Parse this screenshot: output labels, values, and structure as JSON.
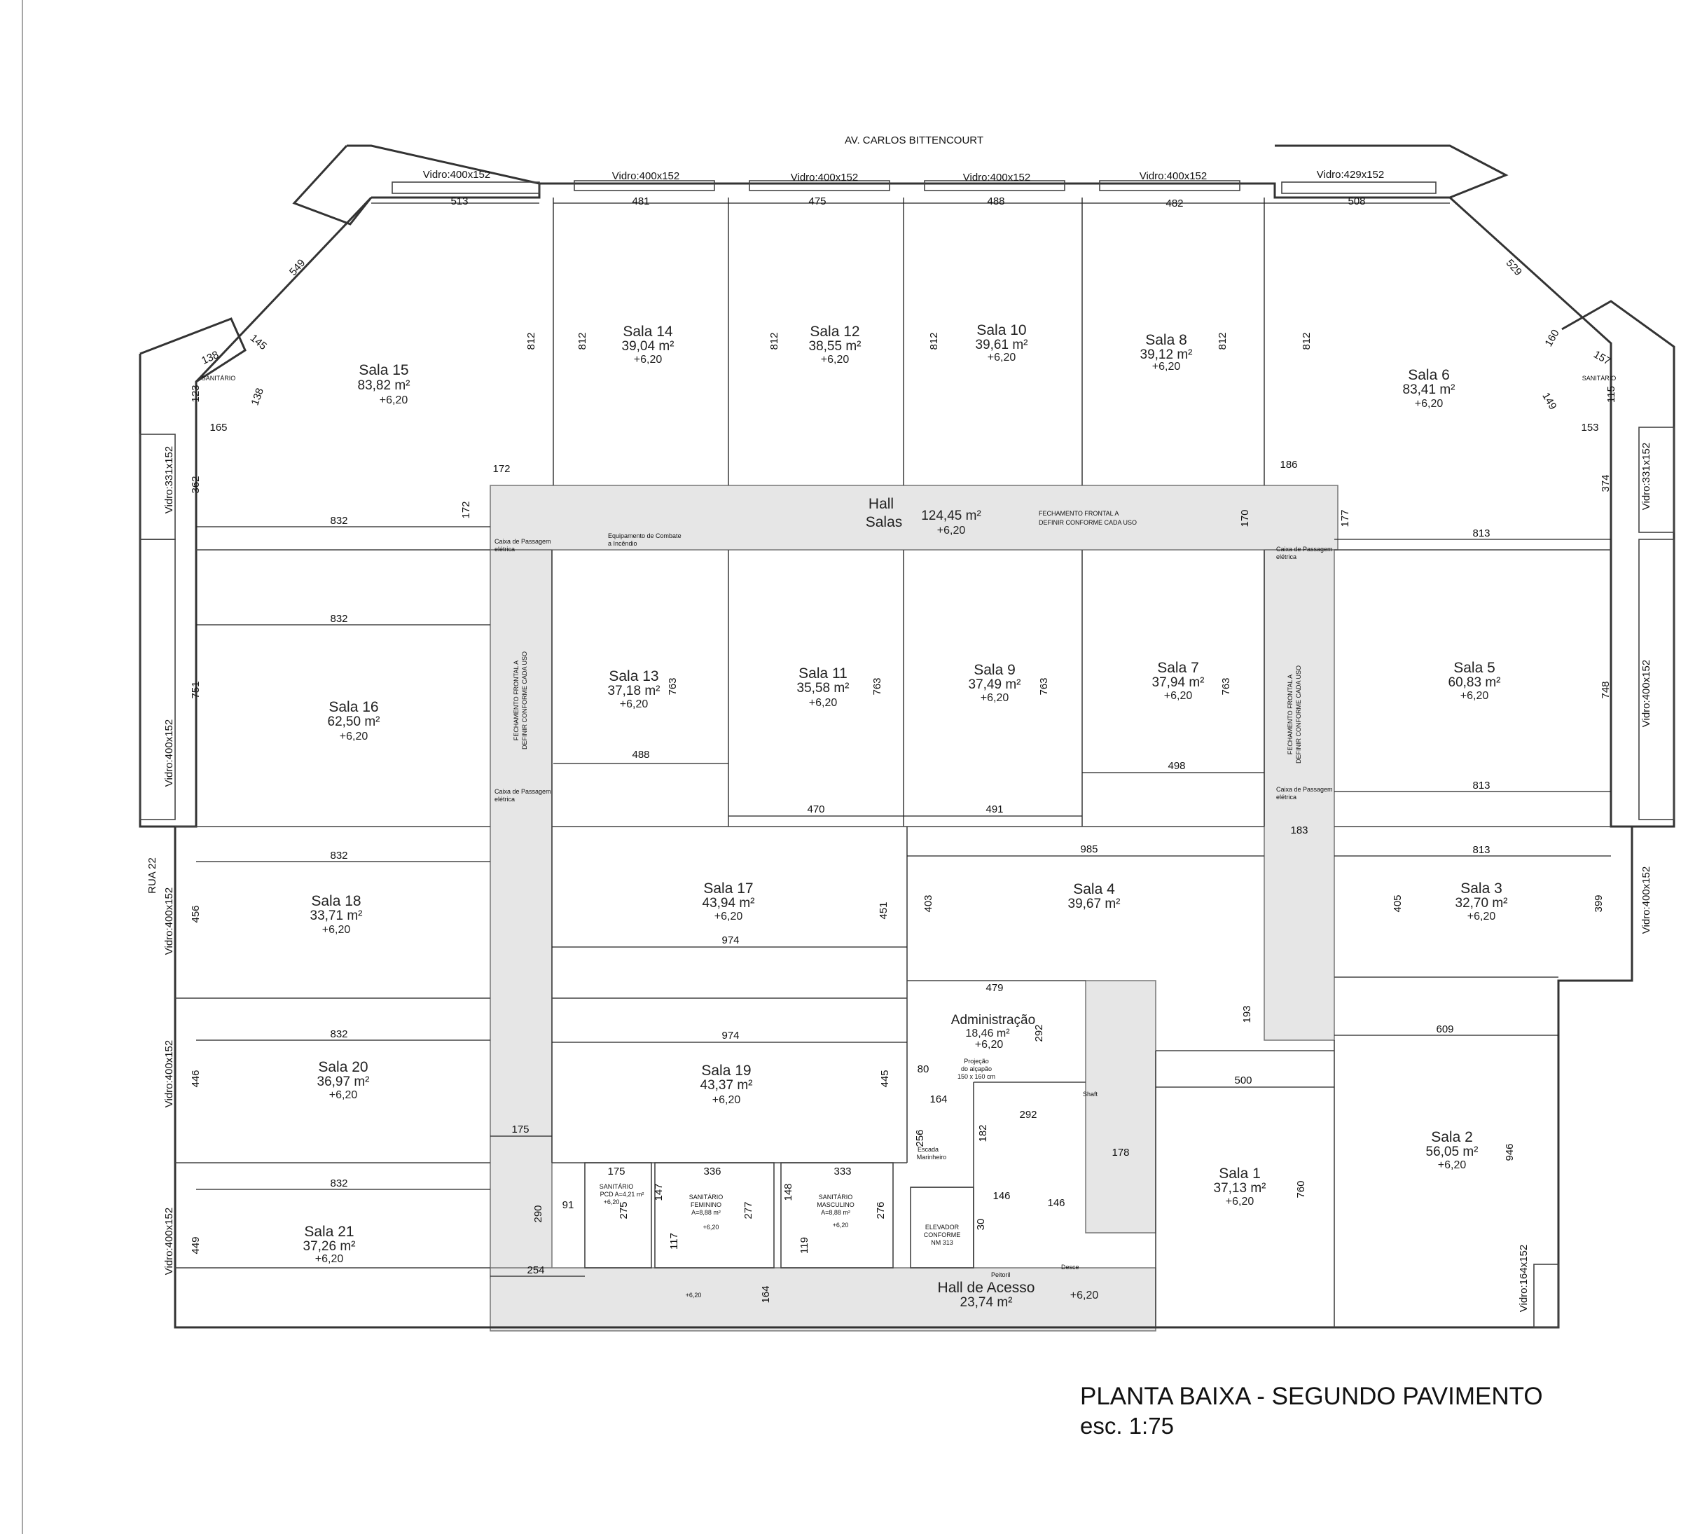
{
  "street_top": "AV. CARLOS BITTENCOURT",
  "street_left": "RUA 22",
  "title": "PLANTA BAIXA - SEGUNDO PAVIMENTO",
  "scale": "esc. 1:75",
  "rooms": [
    {
      "name": "Sala 15",
      "area": "83,82 m²",
      "level": "+6,20"
    },
    {
      "name": "Sala 14",
      "area": "39,04 m²",
      "level": "+6,20"
    },
    {
      "name": "Sala 12",
      "area": "38,55 m²",
      "level": "+6,20"
    },
    {
      "name": "Sala 10",
      "area": "39,61 m²",
      "level": "+6,20"
    },
    {
      "name": "Sala 8",
      "area": "39,12 m²",
      "level": "+6,20"
    },
    {
      "name": "Sala 6",
      "area": "83,41 m²",
      "level": "+6,20"
    },
    {
      "name": "Sala 16",
      "area": "62,50 m²",
      "level": "+6,20"
    },
    {
      "name": "Sala 13",
      "area": "37,18 m²",
      "level": "+6,20"
    },
    {
      "name": "Sala 11",
      "area": "35,58 m²",
      "level": "+6,20"
    },
    {
      "name": "Sala 9",
      "area": "37,49 m²",
      "level": "+6,20"
    },
    {
      "name": "Sala 7",
      "area": "37,94 m²",
      "level": "+6,20"
    },
    {
      "name": "Sala 5",
      "area": "60,83 m²",
      "level": "+6,20"
    },
    {
      "name": "Sala 18",
      "area": "33,71 m²",
      "level": "+6,20"
    },
    {
      "name": "Sala 17",
      "area": "43,94 m²",
      "level": "+6,20"
    },
    {
      "name": "Sala 4",
      "area": "39,67 m²",
      "level": ""
    },
    {
      "name": "Sala 3",
      "area": "32,70 m²",
      "level": "+6,20"
    },
    {
      "name": "Sala 20",
      "area": "36,97 m²",
      "level": "+6,20"
    },
    {
      "name": "Sala 19",
      "area": "43,37 m²",
      "level": "+6,20"
    },
    {
      "name": "Administração",
      "area": "18,46 m²",
      "level": "+6,20"
    },
    {
      "name": "Sala 2",
      "area": "56,05 m²",
      "level": "+6,20"
    },
    {
      "name": "Sala 21",
      "area": "37,26 m²",
      "level": "+6,20"
    },
    {
      "name": "Sala 1",
      "area": "37,13 m²",
      "level": "+6,20"
    },
    {
      "name": "Hall de Acesso",
      "area": "23,74 m²",
      "level": "+6,20"
    }
  ],
  "hall_salas": {
    "name_1": "Hall",
    "name_2": "Salas",
    "area": "124,45 m²",
    "level": "+6,20"
  },
  "windows": {
    "top": [
      "Vidro:400x152",
      "Vidro:400x152",
      "Vidro:400x152",
      "Vidro:400x152",
      "Vidro:400x152",
      "Vidro:429x152"
    ],
    "left": [
      "Vidro:331x152",
      "Vidro:400x152",
      "Vidro:400x152",
      "Vidro:400x152",
      "Vidro:400x152"
    ],
    "right": [
      "Vidro:331x152",
      "Vidro:400x152",
      "Vidro:400x152",
      "Vidro:164x152"
    ]
  },
  "dimensions": {
    "top_widths": [
      "513",
      "481",
      "475",
      "488",
      "482",
      "508"
    ],
    "diag_left": "549",
    "diag_right": "529",
    "room_depth": "812",
    "hall_width_left": "172",
    "hall_width_right": "186",
    "hall_height": "170",
    "hall_height_right": "177",
    "hall_height_left": "172",
    "left_wing": "832",
    "right_wing": "813",
    "d362": "362",
    "d374": "374",
    "d751": "751",
    "d748": "748",
    "d763": "763",
    "d488": "488",
    "d470": "470",
    "d491": "491",
    "d498": "498",
    "d183": "183",
    "d985": "985",
    "d456": "456",
    "d451": "451",
    "d403": "403",
    "d405": "405",
    "d399": "399",
    "d974": "974",
    "d479": "479",
    "d193": "193",
    "d292": "292",
    "d609": "609",
    "d446": "446",
    "d445": "445",
    "d80": "80",
    "d164": "164",
    "d500": "500",
    "d175": "175",
    "d256": "256",
    "d182": "182",
    "d178": "178",
    "d946": "946",
    "d336": "336",
    "d333": "333",
    "d147": "147",
    "d148": "148",
    "d290": "290",
    "d91": "91",
    "d275": "275",
    "d277": "277",
    "d276": "276",
    "d146": "146",
    "d760": "760",
    "d449": "449",
    "d117": "117",
    "d119": "119",
    "d30": "30",
    "d254": "254",
    "d138": "138",
    "d145": "145",
    "d123": "123",
    "d165": "165",
    "d160": "160",
    "d157": "157",
    "d149": "149",
    "d115": "115",
    "d153": "153"
  },
  "labels": {
    "sanitario": "SANITÁRIO",
    "fechamento_1": "FECHAMENTO FRONTAL A",
    "fechamento_2": "DEFINIR CONFORME CADA USO",
    "caixa_1": "Caixa de Passagem",
    "caixa_2": "elétrica",
    "equip_1": "Equipamento de Combate",
    "equip_2": "a Incêndio",
    "shaft": "Shaft",
    "projecao_1": "Projeção",
    "projecao_2": "do alçapão",
    "projecao_3": "150 x 160 cm",
    "escada_1": "Escada",
    "escada_2": "Marinheiro",
    "elevador_1": "ELEVADOR",
    "elevador_2": "CONFORME",
    "elevador_3": "NM 313",
    "peitoril": "Peitoril",
    "desce": "Desce",
    "sanit_pcd": "SANITÁRIO",
    "sanit_pcd_area": "PCD A=4,21 m²",
    "sanit_fem": "SANITÁRIO",
    "sanit_fem_2": "FEMININO",
    "sanit_fem_area": "A=8,88 m²",
    "sanit_masc": "SANITÁRIO",
    "sanit_masc_2": "MASCULINO",
    "sanit_masc_area": "A=8,88 m²",
    "lvl": "+6,20"
  }
}
